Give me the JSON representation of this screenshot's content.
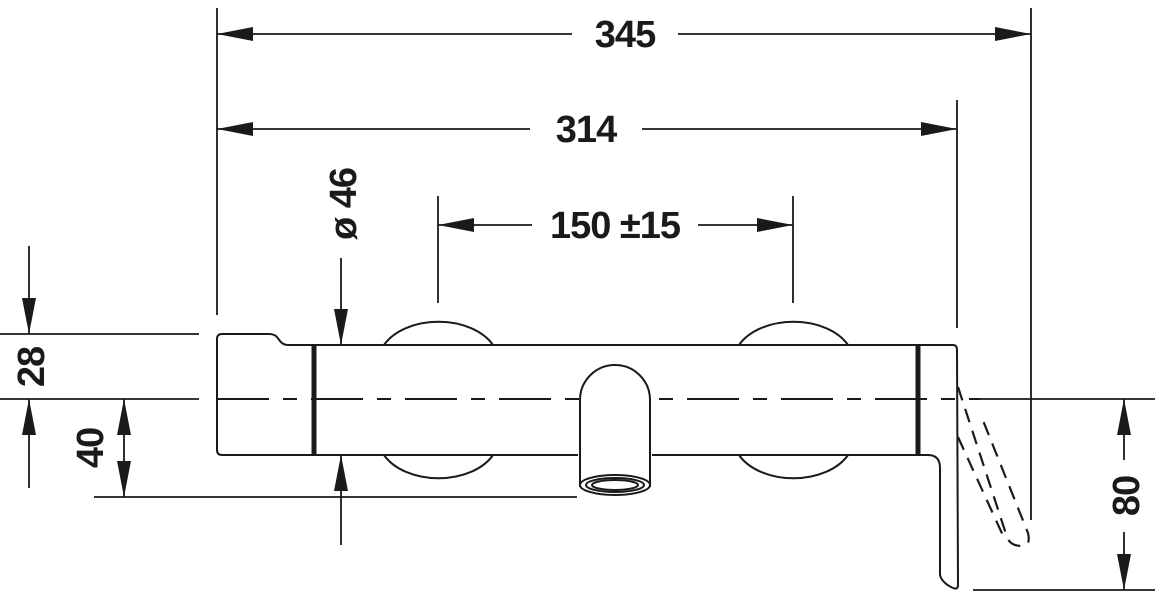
{
  "drawing": {
    "subject": "Wall-mounted bath mixer dimension drawing",
    "units": "mm",
    "colors": {
      "line": "#1a1a1a",
      "background": "#ffffff"
    }
  },
  "dimensions": {
    "overall_length": {
      "label": "345",
      "orientation": "horizontal"
    },
    "body_length": {
      "label": "314",
      "orientation": "horizontal"
    },
    "connection_spacing": {
      "label": "150 ±15",
      "orientation": "horizontal"
    },
    "body_diameter": {
      "label": "ø 46",
      "orientation": "vertical"
    },
    "top_offset": {
      "label": "28",
      "orientation": "vertical"
    },
    "spout_drop": {
      "label": "40",
      "orientation": "vertical"
    },
    "handle_drop": {
      "label": "80",
      "orientation": "vertical"
    }
  }
}
